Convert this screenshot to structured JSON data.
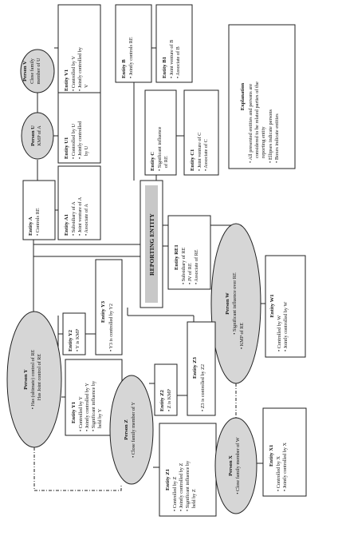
{
  "diagram": {
    "colors": {
      "ellipse_fill": "#d6d6d6",
      "reporting_fill": "#c8c8c8",
      "line": "#222222"
    },
    "nodes": {
      "person_v": {
        "title": "Person V",
        "items": [
          "Close family",
          "member of U"
        ]
      },
      "entity_v1": {
        "title": "Entity V1",
        "items": [
          "• Controlled by V",
          "• Jointly controlled by",
          "V"
        ]
      },
      "entity_b": {
        "title": "Entity B",
        "items": [
          "• Jointly controls RE"
        ]
      },
      "entity_b1": {
        "title": "Entity B1",
        "items": [
          "• Joint venture of B",
          "• Associate of B"
        ]
      },
      "person_u": {
        "title": "Person U",
        "items": [
          "KMP of A"
        ]
      },
      "entity_u1": {
        "title": "Entity U1",
        "items": [
          "• Controlled by U",
          "• Jointly controlled",
          "by U"
        ]
      },
      "entity_c": {
        "title": "Entity C",
        "items": [
          "• Significant influence",
          "of RE"
        ]
      },
      "entity_c1": {
        "title": "Entity C1",
        "items": [
          "• Joint venture of C",
          "• Associate of C"
        ]
      },
      "explanation": {
        "title": "Explanation",
        "items": [
          "•  All presented entities and persons are",
          "considered to be related parties of the",
          "reporting entity",
          "•  Ellipses indicate persons",
          "•  Boxes indicate entities"
        ]
      },
      "entity_a": {
        "title": "Entity A",
        "items": [
          "• Controls RE"
        ]
      },
      "entity_a1": {
        "title": "Entity A1",
        "items": [
          "• Subsidiary of A",
          "• Joint venture of A",
          "• Associate of A"
        ]
      },
      "reporting_entity": {
        "title": "REPORTING ENTITY"
      },
      "entity_re1": {
        "title": "Entity RE1",
        "items": [
          "• Subsidiary of RE",
          "• JV of RE",
          "• Associate of RE"
        ]
      },
      "person_w": {
        "title": "Person W",
        "items": [
          "• Significant influence over RE",
          "• KMP of RE"
        ]
      },
      "entity_w1": {
        "title": "Entity W1",
        "items": [
          "• Controlled by W",
          "• Jointly controlled by W"
        ]
      },
      "entity_y2": {
        "title": "Entity Y2",
        "items": [
          "• Y is KMP"
        ]
      },
      "entity_y3": {
        "title": "Entity Y3",
        "items": [
          "• Y3 is controlled by Y2"
        ]
      },
      "person_y": {
        "title": "Person Y",
        "items": [
          "• Has (ultimate) control of RE",
          "Has Joint control of RE"
        ]
      },
      "entity_y1": {
        "title": "Entity Y1",
        "items": [
          "• Controlled by Y",
          "• Jointly controlled by Y",
          "• Significant influence by",
          "held by Y"
        ]
      },
      "entity_z2": {
        "title": "Entity Z2",
        "items": [
          "• Z is KMP"
        ]
      },
      "entity_z3": {
        "title": "Entity Z3",
        "items": [
          "• Z3 is controlled by Z2"
        ]
      },
      "person_z": {
        "title": "Person Z",
        "items": [
          "• Close family member of Y"
        ]
      },
      "entity_z1": {
        "title": "Entity Z1",
        "items": [
          "• Controlled by Z",
          "• Jointly controlled by Z",
          "• Significant influence by",
          "held by Z"
        ]
      },
      "person_x": {
        "title": "Person X",
        "items": [
          "• Close family member of  W"
        ]
      },
      "entity_x1": {
        "title": "Entity X1",
        "items": [
          "• Controlled by X",
          "• Jointly controlled by X"
        ]
      }
    }
  }
}
